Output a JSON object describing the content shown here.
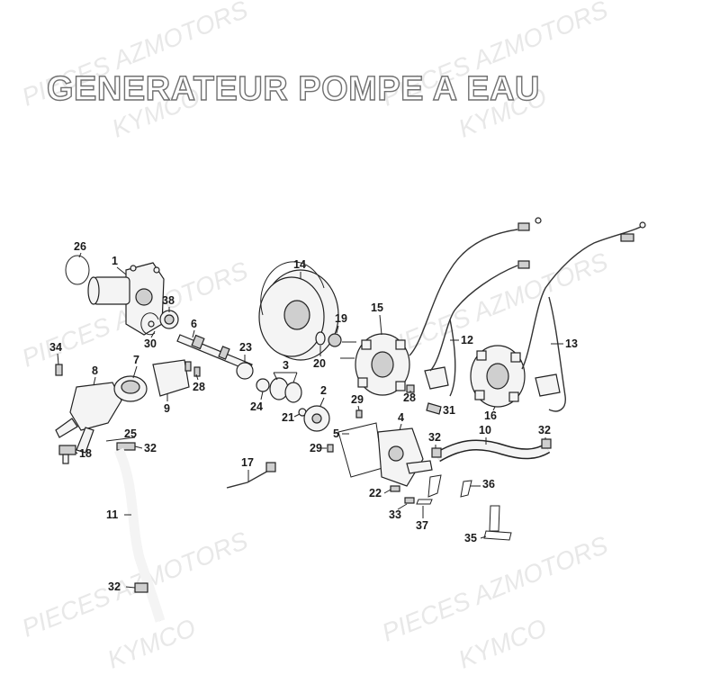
{
  "title": "GENERATEUR POMPE A EAU",
  "watermark": {
    "line1": "PIECES AZMOTORS",
    "line2": "KYMCO"
  },
  "callouts": [
    "1",
    "2",
    "3",
    "4",
    "5",
    "6",
    "7",
    "8",
    "9",
    "10",
    "11",
    "12",
    "13",
    "14",
    "15",
    "16",
    "17",
    "18",
    "19",
    "20",
    "21",
    "22",
    "23",
    "24",
    "25",
    "26",
    "28",
    "29",
    "30",
    "31",
    "32",
    "33",
    "34",
    "35",
    "36",
    "37",
    "38"
  ]
}
